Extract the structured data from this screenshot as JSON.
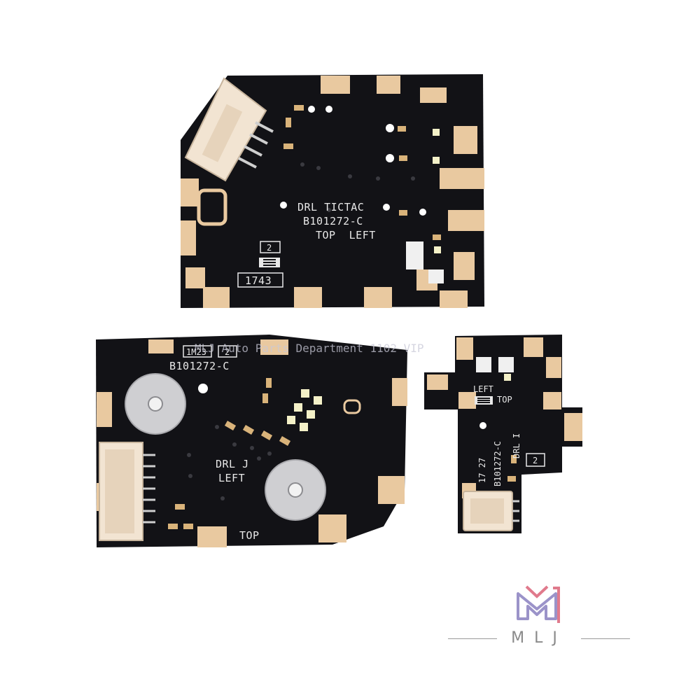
{
  "boards": {
    "top_left": {
      "line1": "DRL TICTAC",
      "line2": "B101272-C",
      "line3": "TOP  LEFT",
      "box_num": "2",
      "date_code": "1743"
    },
    "bottom_left": {
      "part": "B101272-C",
      "code_a": "1M23",
      "code_b": "2",
      "line1": "DRL J",
      "line2": "LEFT",
      "line3": "TOP"
    },
    "small": {
      "left": "LEFT",
      "top": "TOP",
      "part": "B101272-C",
      "drl": "DRL I",
      "box_num": "2",
      "date_code": "17 27"
    }
  },
  "watermark": "MLJ Auto Parts Department 1102 VIP",
  "brand": {
    "name": "MLJ"
  },
  "colors": {
    "pcb": "#121216",
    "copper": "#e9c9a0",
    "connector": "#f2e4d2",
    "led": "#f4f1c8"
  }
}
